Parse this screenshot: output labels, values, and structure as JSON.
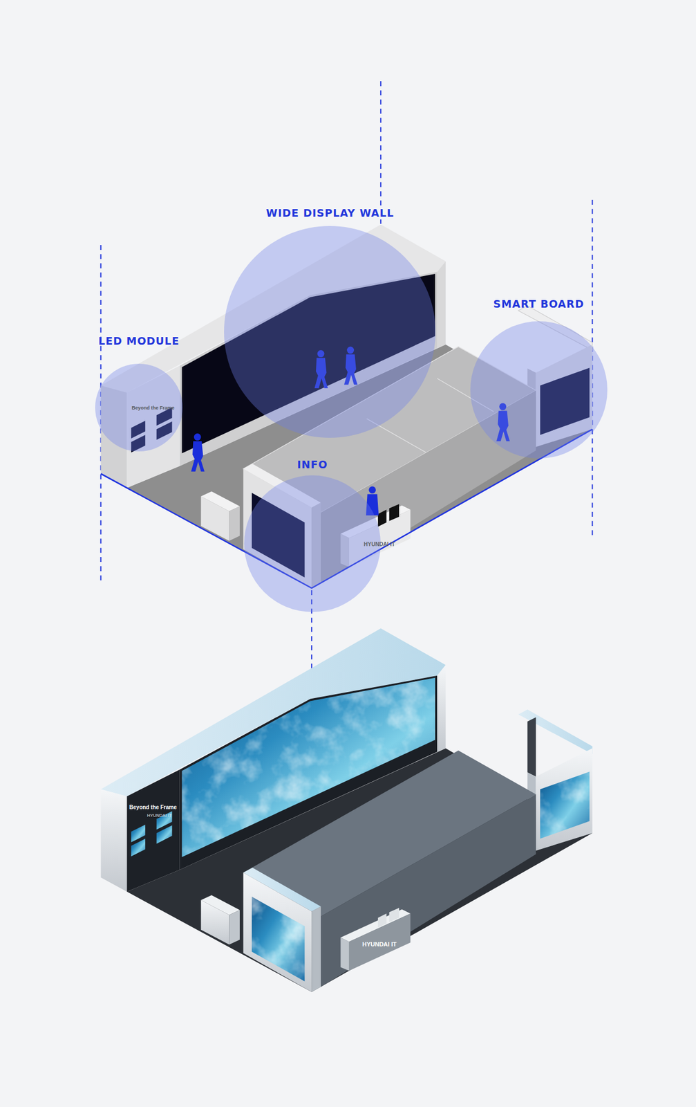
{
  "diagram": {
    "nodes": [
      {
        "text": [
          "WIDE DISPLAY WALL"
        ]
      },
      {
        "text": [
          "SMART BOARD"
        ]
      },
      {
        "text": [
          "LED MODULE"
        ]
      },
      {
        "text": [
          "INFO"
        ]
      }
    ],
    "labels": [
      "Beyond the Frame",
      "HYUNDAI IT",
      "Beyond the Frame",
      "HYUNDAI IT",
      "HYUNDAI IT"
    ]
  }
}
